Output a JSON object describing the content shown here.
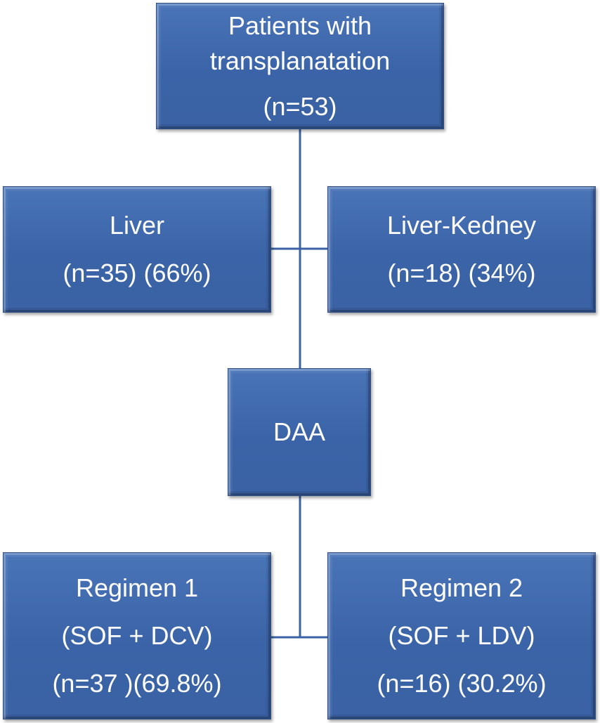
{
  "root": {
    "line1": "Patients with",
    "line2": "transplanatation",
    "line3": "(n=53)"
  },
  "liver": {
    "line1": "Liver",
    "line2": "(n=35) (66%)"
  },
  "liver_kidney": {
    "line1": "Liver-Kedney",
    "line2": "(n=18) (34%)"
  },
  "daa": {
    "line1": "DAA"
  },
  "regimen1": {
    "line1": "Regimen 1",
    "line2": "(SOF + DCV)",
    "line3": "(n=37 )(69.8%)"
  },
  "regimen2": {
    "line1": "Regimen 2",
    "line2": "(SOF + LDV)",
    "line3": "(n=16) (30.2%)"
  },
  "colors": {
    "box_fill": "#3d66aa",
    "box_border": "#2f4f86",
    "connector": "#3a62a4",
    "text": "#ffffff"
  }
}
